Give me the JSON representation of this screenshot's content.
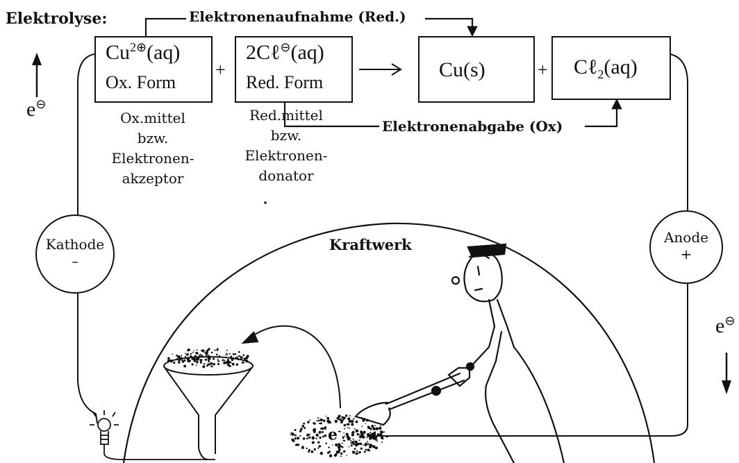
{
  "header": {
    "title": "Elektrolyse:",
    "top_label": "Elektronenaufnahme (Red.)",
    "bottom_label": "Elektronenabgabe (Ox)"
  },
  "boxes": {
    "cu_ion": {
      "formula_main": "Cu",
      "formula_sup": "2⊕",
      "formula_tail": "(aq)",
      "form": "Ox. Form"
    },
    "cl_ion": {
      "formula_main": "2Cℓ",
      "formula_sup": "⊖",
      "formula_tail": "(aq)",
      "form": "Red. Form"
    },
    "cu_s": {
      "formula": "Cu(s)"
    },
    "cl2": {
      "formula_main": "Cℓ",
      "formula_sub": "2",
      "formula_tail": "(aq)"
    }
  },
  "operators": {
    "plus1": "+",
    "plus2": "+"
  },
  "captions": {
    "left": [
      "Ox.mittel",
      "bzw.",
      "Elektronen-",
      "akzeptor"
    ],
    "right": [
      "Red.mittel",
      "bzw.",
      "Elektronen-",
      "donator"
    ]
  },
  "electrodes": {
    "kathode": {
      "label": "Kathode",
      "sign": "–"
    },
    "anode": {
      "label": "Anode",
      "sign": "+"
    }
  },
  "electron_labels": {
    "left": {
      "base": "e",
      "sup": "⊖"
    },
    "right": {
      "base": "e",
      "sup": "⊖"
    },
    "pile": {
      "base": "e",
      "sup": "-"
    }
  },
  "plant_label": "Kraftwerk"
}
